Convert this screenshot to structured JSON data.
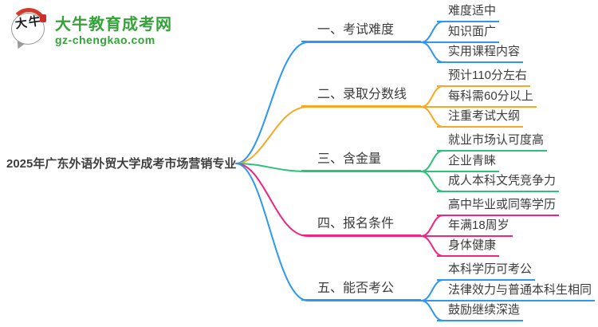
{
  "logo": {
    "brand": "大牛教育成考网",
    "domain": "gz-chengkao.com",
    "icon_chars": "大牛",
    "brand_color": "#35a23a",
    "seal_color": "#c9302c"
  },
  "root": {
    "title": "2025年广东外语外贸大学成考市场营销专业"
  },
  "palette": {
    "blue": "#2e97f2",
    "orange": "#f7a925",
    "green": "#2ec17a",
    "pink": "#f0257f",
    "text": "#3c3c3c"
  },
  "branches": [
    {
      "label": "一、考试难度",
      "color": "#2e97f2",
      "children": [
        {
          "label": "难度适中"
        },
        {
          "label": "知识面广"
        },
        {
          "label": "实用课程内容"
        }
      ]
    },
    {
      "label": "二、录取分数线",
      "color": "#f7a925",
      "children": [
        {
          "label": "预计110分左右"
        },
        {
          "label": "每科需60分以上"
        },
        {
          "label": "注重考试大纲"
        }
      ]
    },
    {
      "label": "三、含金量",
      "color": "#2ec17a",
      "children": [
        {
          "label": "就业市场认可度高"
        },
        {
          "label": "企业青睐"
        },
        {
          "label": "成人本科文凭竞争力"
        }
      ]
    },
    {
      "label": "四、报名条件",
      "color": "#f0257f",
      "children": [
        {
          "label": "高中毕业或同等学历"
        },
        {
          "label": "年满18周岁"
        },
        {
          "label": "身体健康"
        }
      ]
    },
    {
      "label": "五、能否考公",
      "color": "#2e97f2",
      "children": [
        {
          "label": "本科学历可考公"
        },
        {
          "label": "法律效力与普通本科生相同"
        },
        {
          "label": "鼓励继续深造"
        }
      ]
    }
  ]
}
